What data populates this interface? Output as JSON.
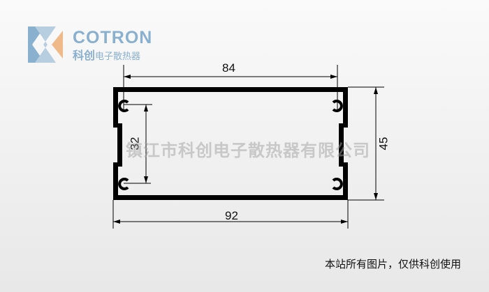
{
  "logo": {
    "brand": "COTRON",
    "cn_name": "科创",
    "cn_sub": "电子散热器"
  },
  "dimensions": {
    "top_width": "84",
    "bottom_width": "92",
    "height": "45",
    "hole_spacing": "32"
  },
  "watermark": "镇江市科创电子散热器有限公司",
  "footer": "本站所有图片，仅供科创使用"
}
